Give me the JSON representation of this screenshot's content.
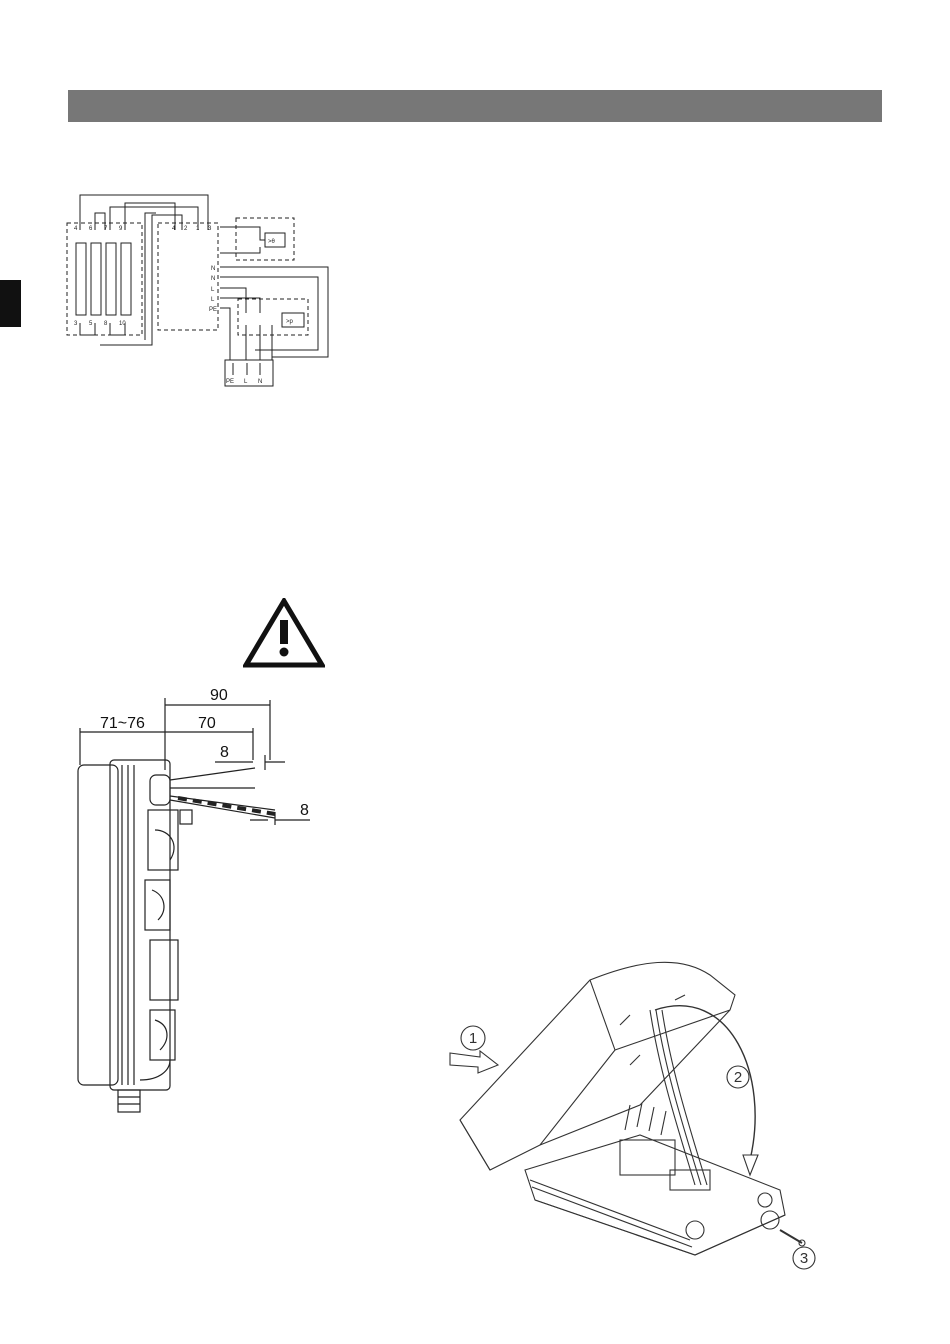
{
  "colors": {
    "header_bar": "#777777",
    "side_tab": "#111111",
    "line": "#222222"
  },
  "wiring_diagram": {
    "top_terminals": [
      "4",
      "6",
      "7",
      "9"
    ],
    "bottom_terminals": [
      "3",
      "5",
      "8",
      "10"
    ],
    "mid_terminals": [
      "4",
      "2",
      "1",
      "3"
    ],
    "right_terminals": [
      "N",
      "N",
      "L",
      "L",
      "PE"
    ],
    "switch_top": ">θ",
    "switch_bottom": ">p",
    "supply_labels": [
      "PE",
      "L",
      "N"
    ]
  },
  "dimension_drawing": {
    "dims": [
      "90",
      "71~76",
      "70",
      "8",
      "8"
    ]
  },
  "assembly_drawing": {
    "callouts": [
      "1",
      "2",
      "3"
    ]
  },
  "icons": [
    "warning-triangle-icon"
  ]
}
